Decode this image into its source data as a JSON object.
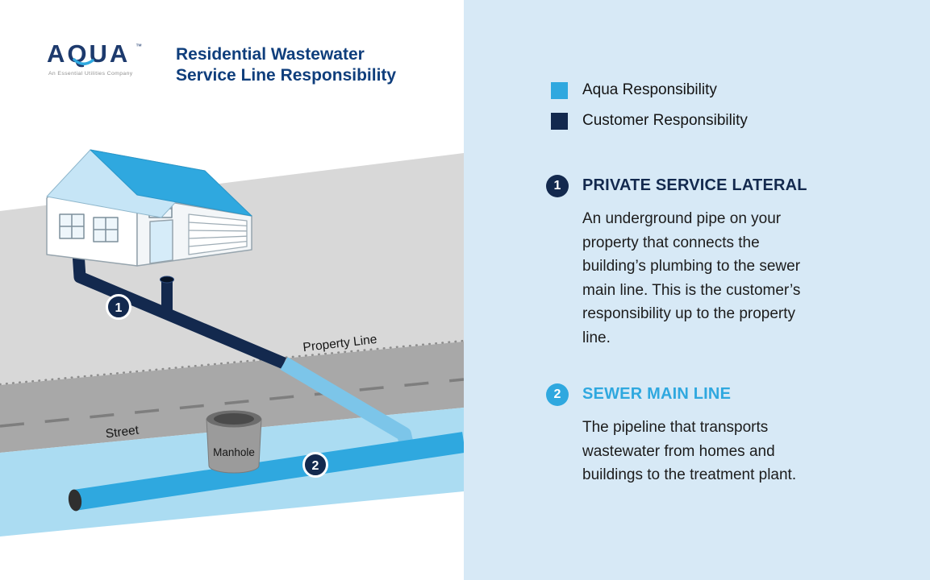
{
  "header": {
    "logo_text": "AQUA",
    "logo_tm": "™",
    "logo_tagline": "An Essential Utilities Company",
    "title_line1": "Residential Wastewater",
    "title_line2": "Service Line Responsibility"
  },
  "diagram": {
    "property_line_label": "Property Line",
    "street_label": "Street",
    "manhole_label": "Manhole",
    "badge1": "1",
    "badge2": "2"
  },
  "legend": {
    "items": [
      {
        "label": "Aqua Responsibility",
        "color": "#2FA8DF"
      },
      {
        "label": "Customer Responsibility",
        "color": "#13294E"
      }
    ]
  },
  "sections": [
    {
      "number": "1",
      "heading": "PRIVATE SERVICE LATERAL",
      "body": "An underground pipe on your property that connects the building’s plumbing to the sewer main line. This is the customer’s responsibility up to the property line."
    },
    {
      "number": "2",
      "heading": "SEWER MAIN LINE",
      "body": "The pipeline that transports wastewater from homes and buildings to the treatment plant."
    }
  ],
  "colors": {
    "aqua": "#2FA8DF",
    "navy": "#13294E",
    "panel_bg": "#D7E9F6",
    "title_blue": "#0F3E7C",
    "lawn_gray": "#D8D8D8",
    "street_gray": "#A8A8A8",
    "underground_blue": "#ABDCF2"
  }
}
